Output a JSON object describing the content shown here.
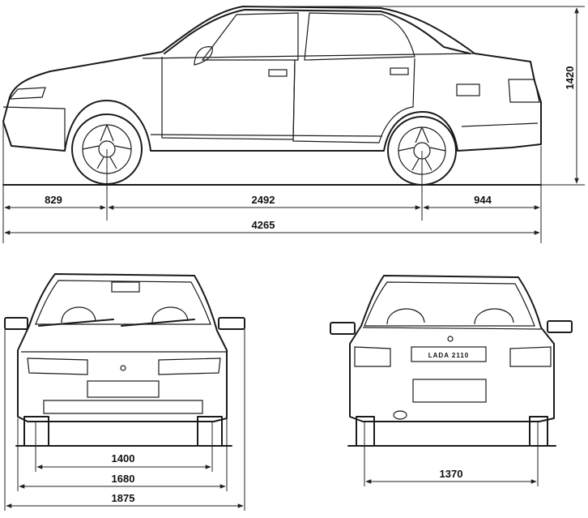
{
  "dimensions": {
    "front_overhang": "829",
    "wheelbase": "2492",
    "rear_overhang": "944",
    "overall_length": "4265",
    "height": "1420",
    "front_track": "1400",
    "body_width": "1680",
    "mirror_width": "1875",
    "rear_track": "1370"
  },
  "rear_badge": "LADA 2110"
}
